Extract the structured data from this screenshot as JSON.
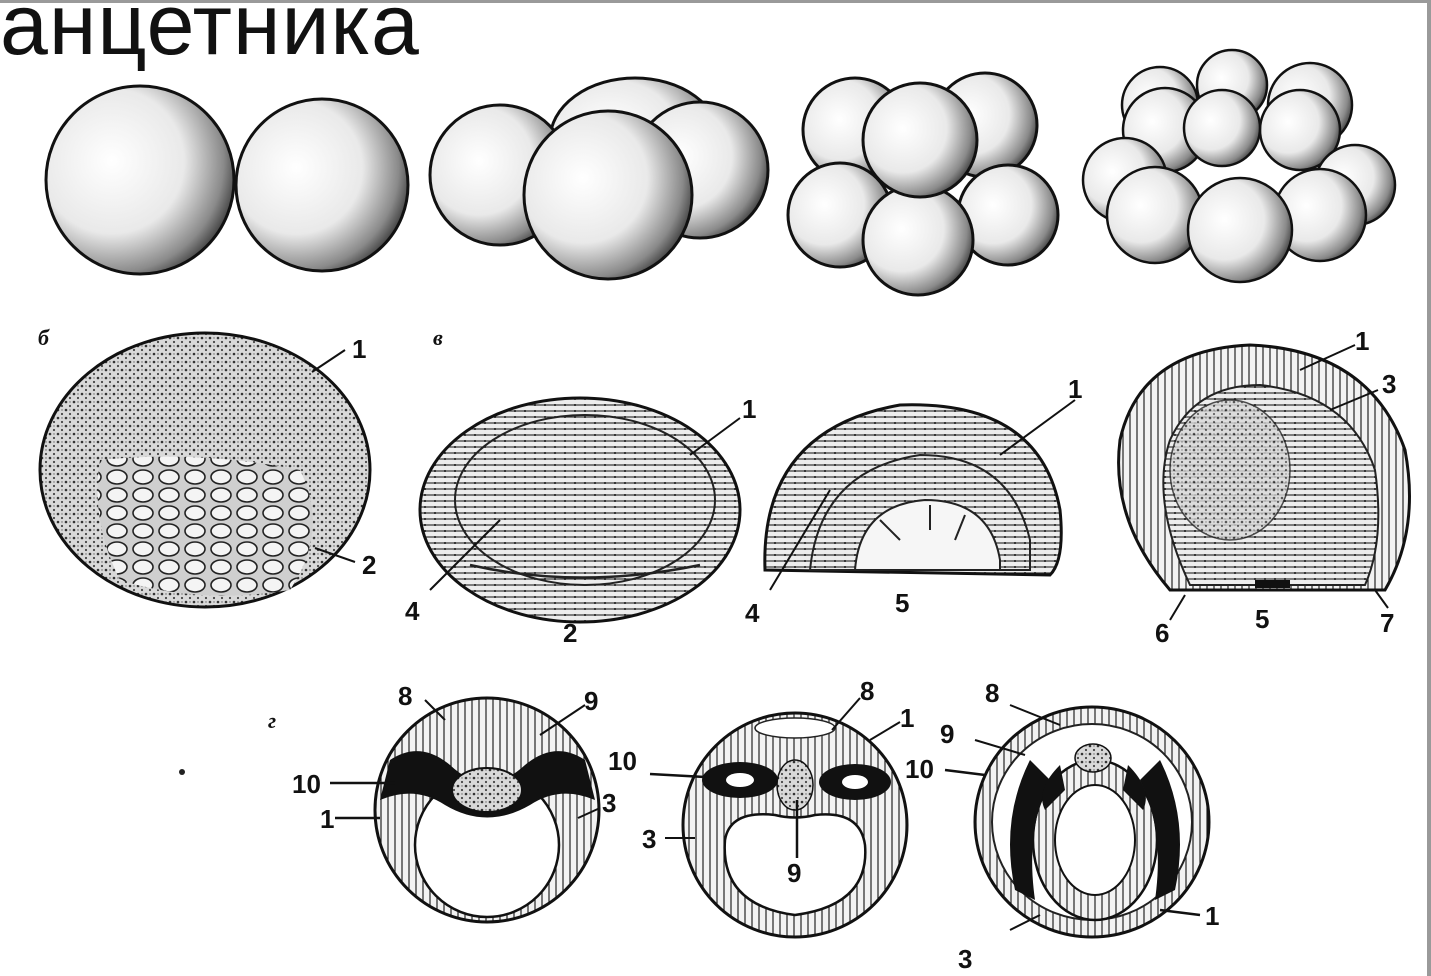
{
  "title": "анцетника",
  "sections": {
    "b": "б",
    "v": "в",
    "g": "г"
  },
  "labels": {
    "b1": "1",
    "b2": "2",
    "v1_1": "1",
    "v1_4": "4",
    "v1_2": "2",
    "v2_1": "1",
    "v2_4": "4",
    "v2_5": "5",
    "v3_1": "1",
    "v3_3": "3",
    "v3_6": "6",
    "v3_5": "5",
    "v3_7": "7",
    "g1_8": "8",
    "g1_9": "9",
    "g1_10": "10",
    "g1_1": "1",
    "g1_3": "3",
    "g2_8": "8",
    "g2_1": "1",
    "g2_10": "10",
    "g2_3": "3",
    "g2_9": "9",
    "g3_8": "8",
    "g3_9": "9",
    "g3_10": "10",
    "g3_1": "1",
    "g3_3": "3"
  },
  "colors": {
    "ink": "#111111",
    "shade": "#555555",
    "paper": "#ffffff",
    "frame": "#9a9a9a"
  }
}
